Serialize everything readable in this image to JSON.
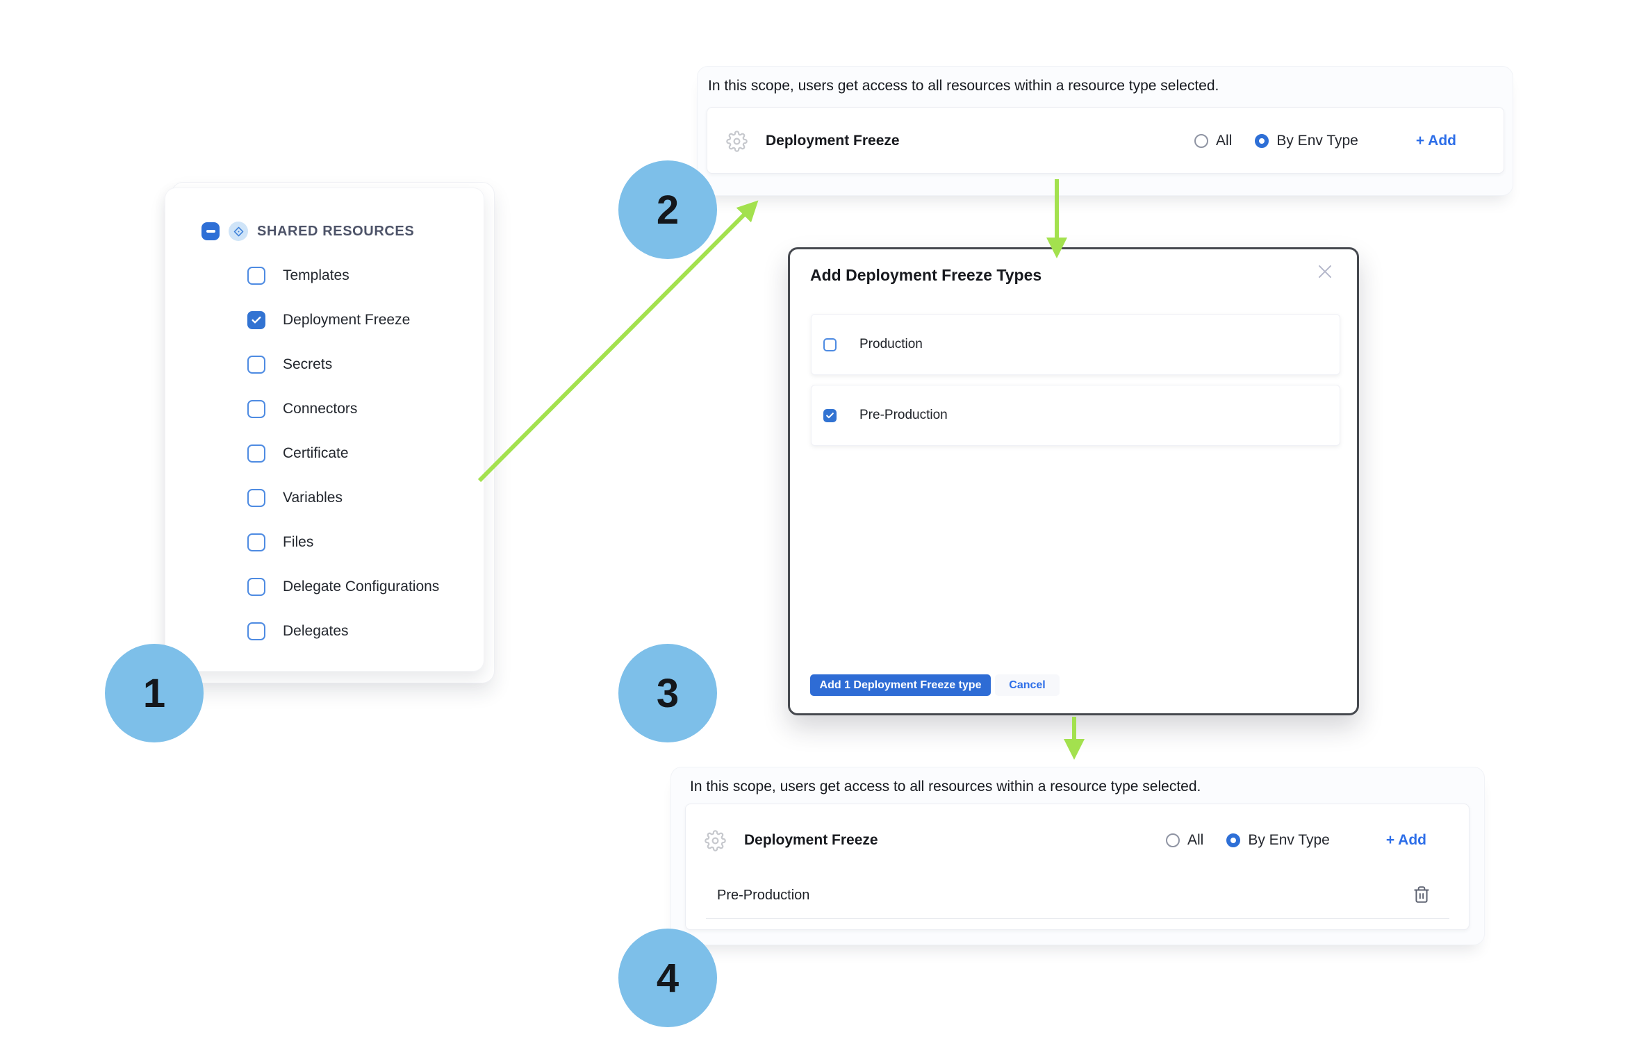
{
  "steps": {
    "one": "1",
    "two": "2",
    "three": "3",
    "four": "4"
  },
  "colors": {
    "primary_blue": "#2e6fd6",
    "link_blue": "#2d6ee8",
    "step_circle_blue": "#7dbfe9",
    "arrow_green": "#a3e14e"
  },
  "resource_panel": {
    "header": "SHARED RESOURCES",
    "items": [
      {
        "label": "Templates",
        "checked": false
      },
      {
        "label": "Deployment Freeze",
        "checked": true
      },
      {
        "label": "Secrets",
        "checked": false
      },
      {
        "label": "Connectors",
        "checked": false
      },
      {
        "label": "Certificate",
        "checked": false
      },
      {
        "label": "Variables",
        "checked": false
      },
      {
        "label": "Files",
        "checked": false
      },
      {
        "label": "Delegate Configurations",
        "checked": false
      },
      {
        "label": "Delegates",
        "checked": false
      }
    ]
  },
  "scope_panel_top": {
    "description": "In this scope, users get access to all resources within a resource type selected.",
    "resource_name": "Deployment Freeze",
    "radio_all_label": "All",
    "radio_by_env_label": "By Env Type",
    "selected_radio": "By Env Type",
    "add_label": "+ Add"
  },
  "modal": {
    "title": "Add Deployment Freeze Types",
    "options": [
      {
        "label": "Production",
        "checked": false
      },
      {
        "label": "Pre-Production",
        "checked": true
      }
    ],
    "submit_label": "Add 1 Deployment Freeze type",
    "cancel_label": "Cancel"
  },
  "scope_panel_bottom": {
    "description": "In this scope, users get access to all resources within a resource type selected.",
    "resource_name": "Deployment Freeze",
    "radio_all_label": "All",
    "radio_by_env_label": "By Env Type",
    "selected_radio": "By Env Type",
    "add_label": "+ Add",
    "selected_type": "Pre-Production"
  }
}
